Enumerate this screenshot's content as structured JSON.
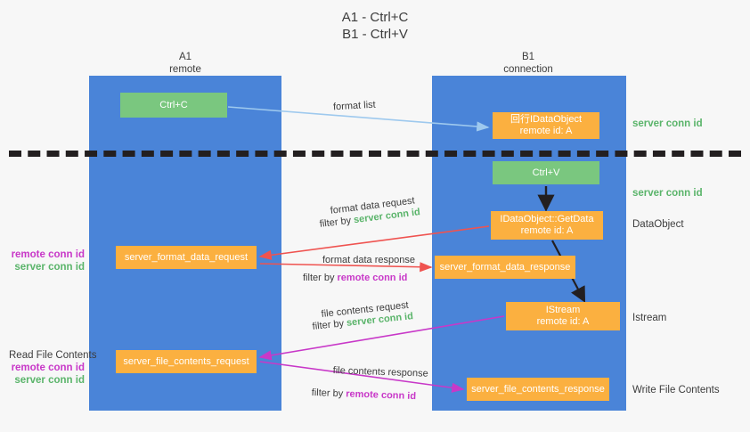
{
  "title": {
    "line1": "A1 - Ctrl+C",
    "line2": "B1 - Ctrl+V"
  },
  "columns": {
    "a1": {
      "name": "A1",
      "role": "remote"
    },
    "b1": {
      "name": "B1",
      "role": "connection"
    }
  },
  "nodes": {
    "ctrl_c": {
      "label": "Ctrl+C",
      "color": "#7ac77f"
    },
    "idataobject": {
      "line1": "回行IDataObject",
      "line2": "remote id: A",
      "color": "#fbb040"
    },
    "ctrl_v": {
      "label": "Ctrl+V",
      "color": "#7ac77f"
    },
    "getdata": {
      "line1": "IDataObject::GetData",
      "line2": "remote id: A",
      "color": "#fbb040"
    },
    "format_data_request": {
      "label": "server_format_data_request",
      "color": "#fbb040"
    },
    "format_data_response": {
      "label": "server_format_data_response",
      "color": "#fbb040"
    },
    "istream": {
      "line1": "IStream",
      "line2": "remote id: A",
      "color": "#fbb040"
    },
    "file_contents_request": {
      "label": "server_file_contents_request",
      "color": "#fbb040"
    },
    "file_contents_response": {
      "label": "server_file_contents_response",
      "color": "#fbb040"
    }
  },
  "edge_labels": {
    "format_list": "format list",
    "format_data_request": {
      "line1": "format data request",
      "filter_prefix": "filter by ",
      "filter_key": "server conn id"
    },
    "format_data_response": {
      "line1": "format data response",
      "filter_prefix": "filter by ",
      "filter_key": "remote conn id"
    },
    "file_contents_request": {
      "line1": "file contents request",
      "filter_prefix": "filter by ",
      "filter_key": "server conn id"
    },
    "file_contents_response": {
      "line1": "file contents response",
      "filter_prefix": "filter by ",
      "filter_key": "remote conn id"
    }
  },
  "side_labels": {
    "server_conn_id_top": "server conn id",
    "server_conn_id_mid": "server conn id",
    "dataobject": "DataObject",
    "istream": "Istream",
    "write_file_contents": "Write File Contents",
    "read_file_contents": "Read File Contents",
    "remote_conn_id": "remote conn id",
    "server_conn_id": "server conn id"
  },
  "colors": {
    "lane": "#4a84d8",
    "green_box": "#7ac77f",
    "orange_box": "#fbb040",
    "green_text": "#5ab46a",
    "magenta_text": "#c838c8",
    "arrow_light_blue": "#9ec9ee",
    "arrow_red": "#ef5350",
    "arrow_magenta": "#c838c8",
    "arrow_black": "#231f20",
    "background": "#f7f7f7"
  }
}
